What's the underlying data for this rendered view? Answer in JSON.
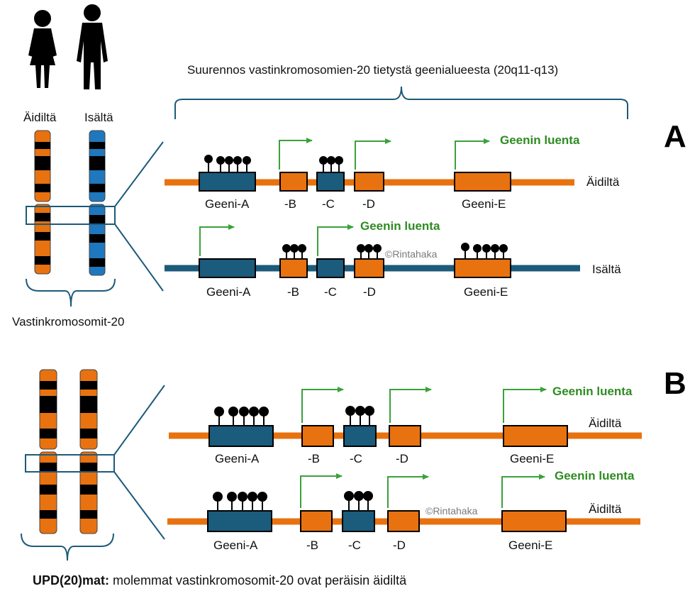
{
  "top": {
    "mother_label": "Äidiltä",
    "father_label": "Isältä",
    "pair_label": "Vastinkromosomit-20",
    "zoom_title": "Suurennos vastinkromosomien-20 tietystä geenialueesta (20q11-q13)",
    "panel_letter": "A",
    "row1_side": "Äidiltä",
    "row2_side": "Isältä",
    "reading_label": "Geenin luenta",
    "watermark": "©Rintahaka"
  },
  "bottom": {
    "panel_letter": "B",
    "row1_side": "Äidiltä",
    "row2_side": "Äidiltä",
    "reading_label": "Geenin luenta",
    "watermark": "©Rintahaka",
    "caption_bold": "UPD(20)mat:",
    "caption_text": " molemmat vastinkromosomit-20 ovat peräisin äidiltä"
  },
  "genes": {
    "a": "Geeni-A",
    "b": "-B",
    "c": "-C",
    "d": "-D",
    "e": "Geeni-E"
  },
  "colors": {
    "maternal": "#e8720f",
    "paternal": "#1c5a7a",
    "gene_blue": "#1b5b7c",
    "chrom_blue": "#1f78bd",
    "arrow_green": "#3aa23a",
    "text_green": "#2e8b22"
  }
}
